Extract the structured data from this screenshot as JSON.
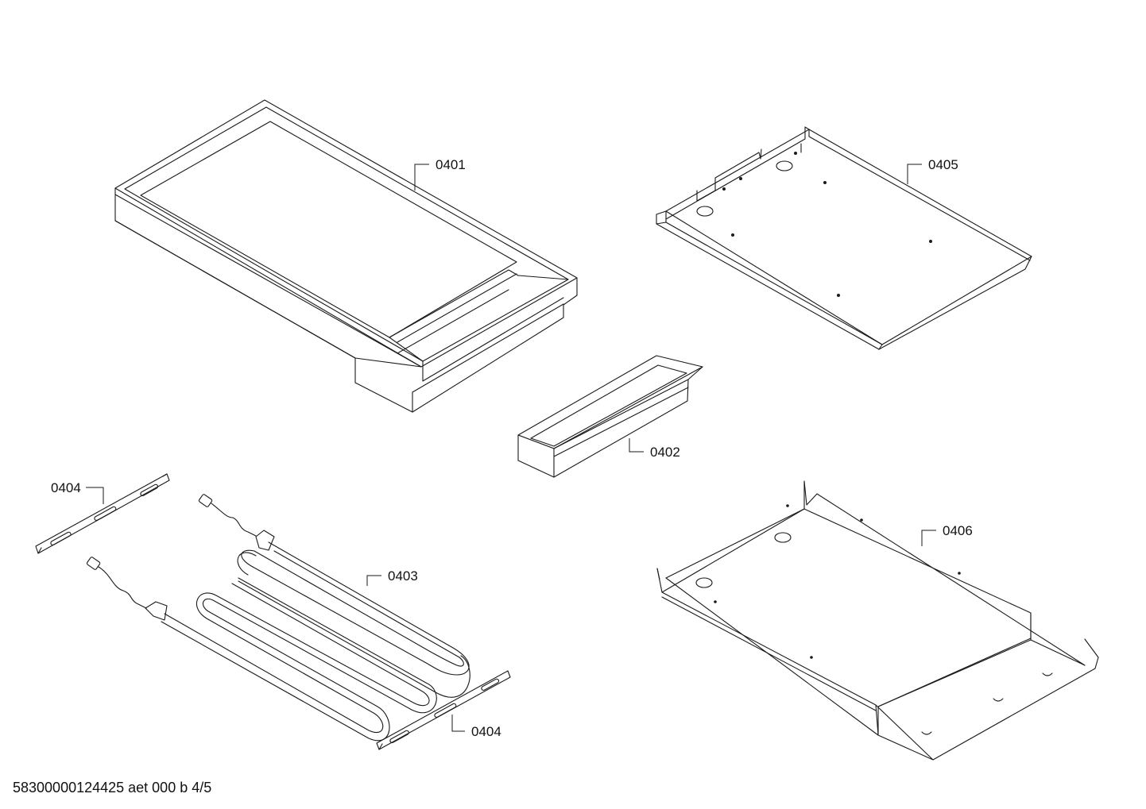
{
  "callouts": {
    "tray": "0401",
    "drip_channel": "0402",
    "heating_element": "0403",
    "bracket_upper": "0404",
    "bracket_lower": "0404",
    "cover_plate": "0405",
    "base_pan": "0406"
  },
  "footer": {
    "document_ref": "58300000124425 aet 000 b 4/5"
  },
  "colors": {
    "line": "#1a1a1a",
    "background": "#ffffff"
  }
}
